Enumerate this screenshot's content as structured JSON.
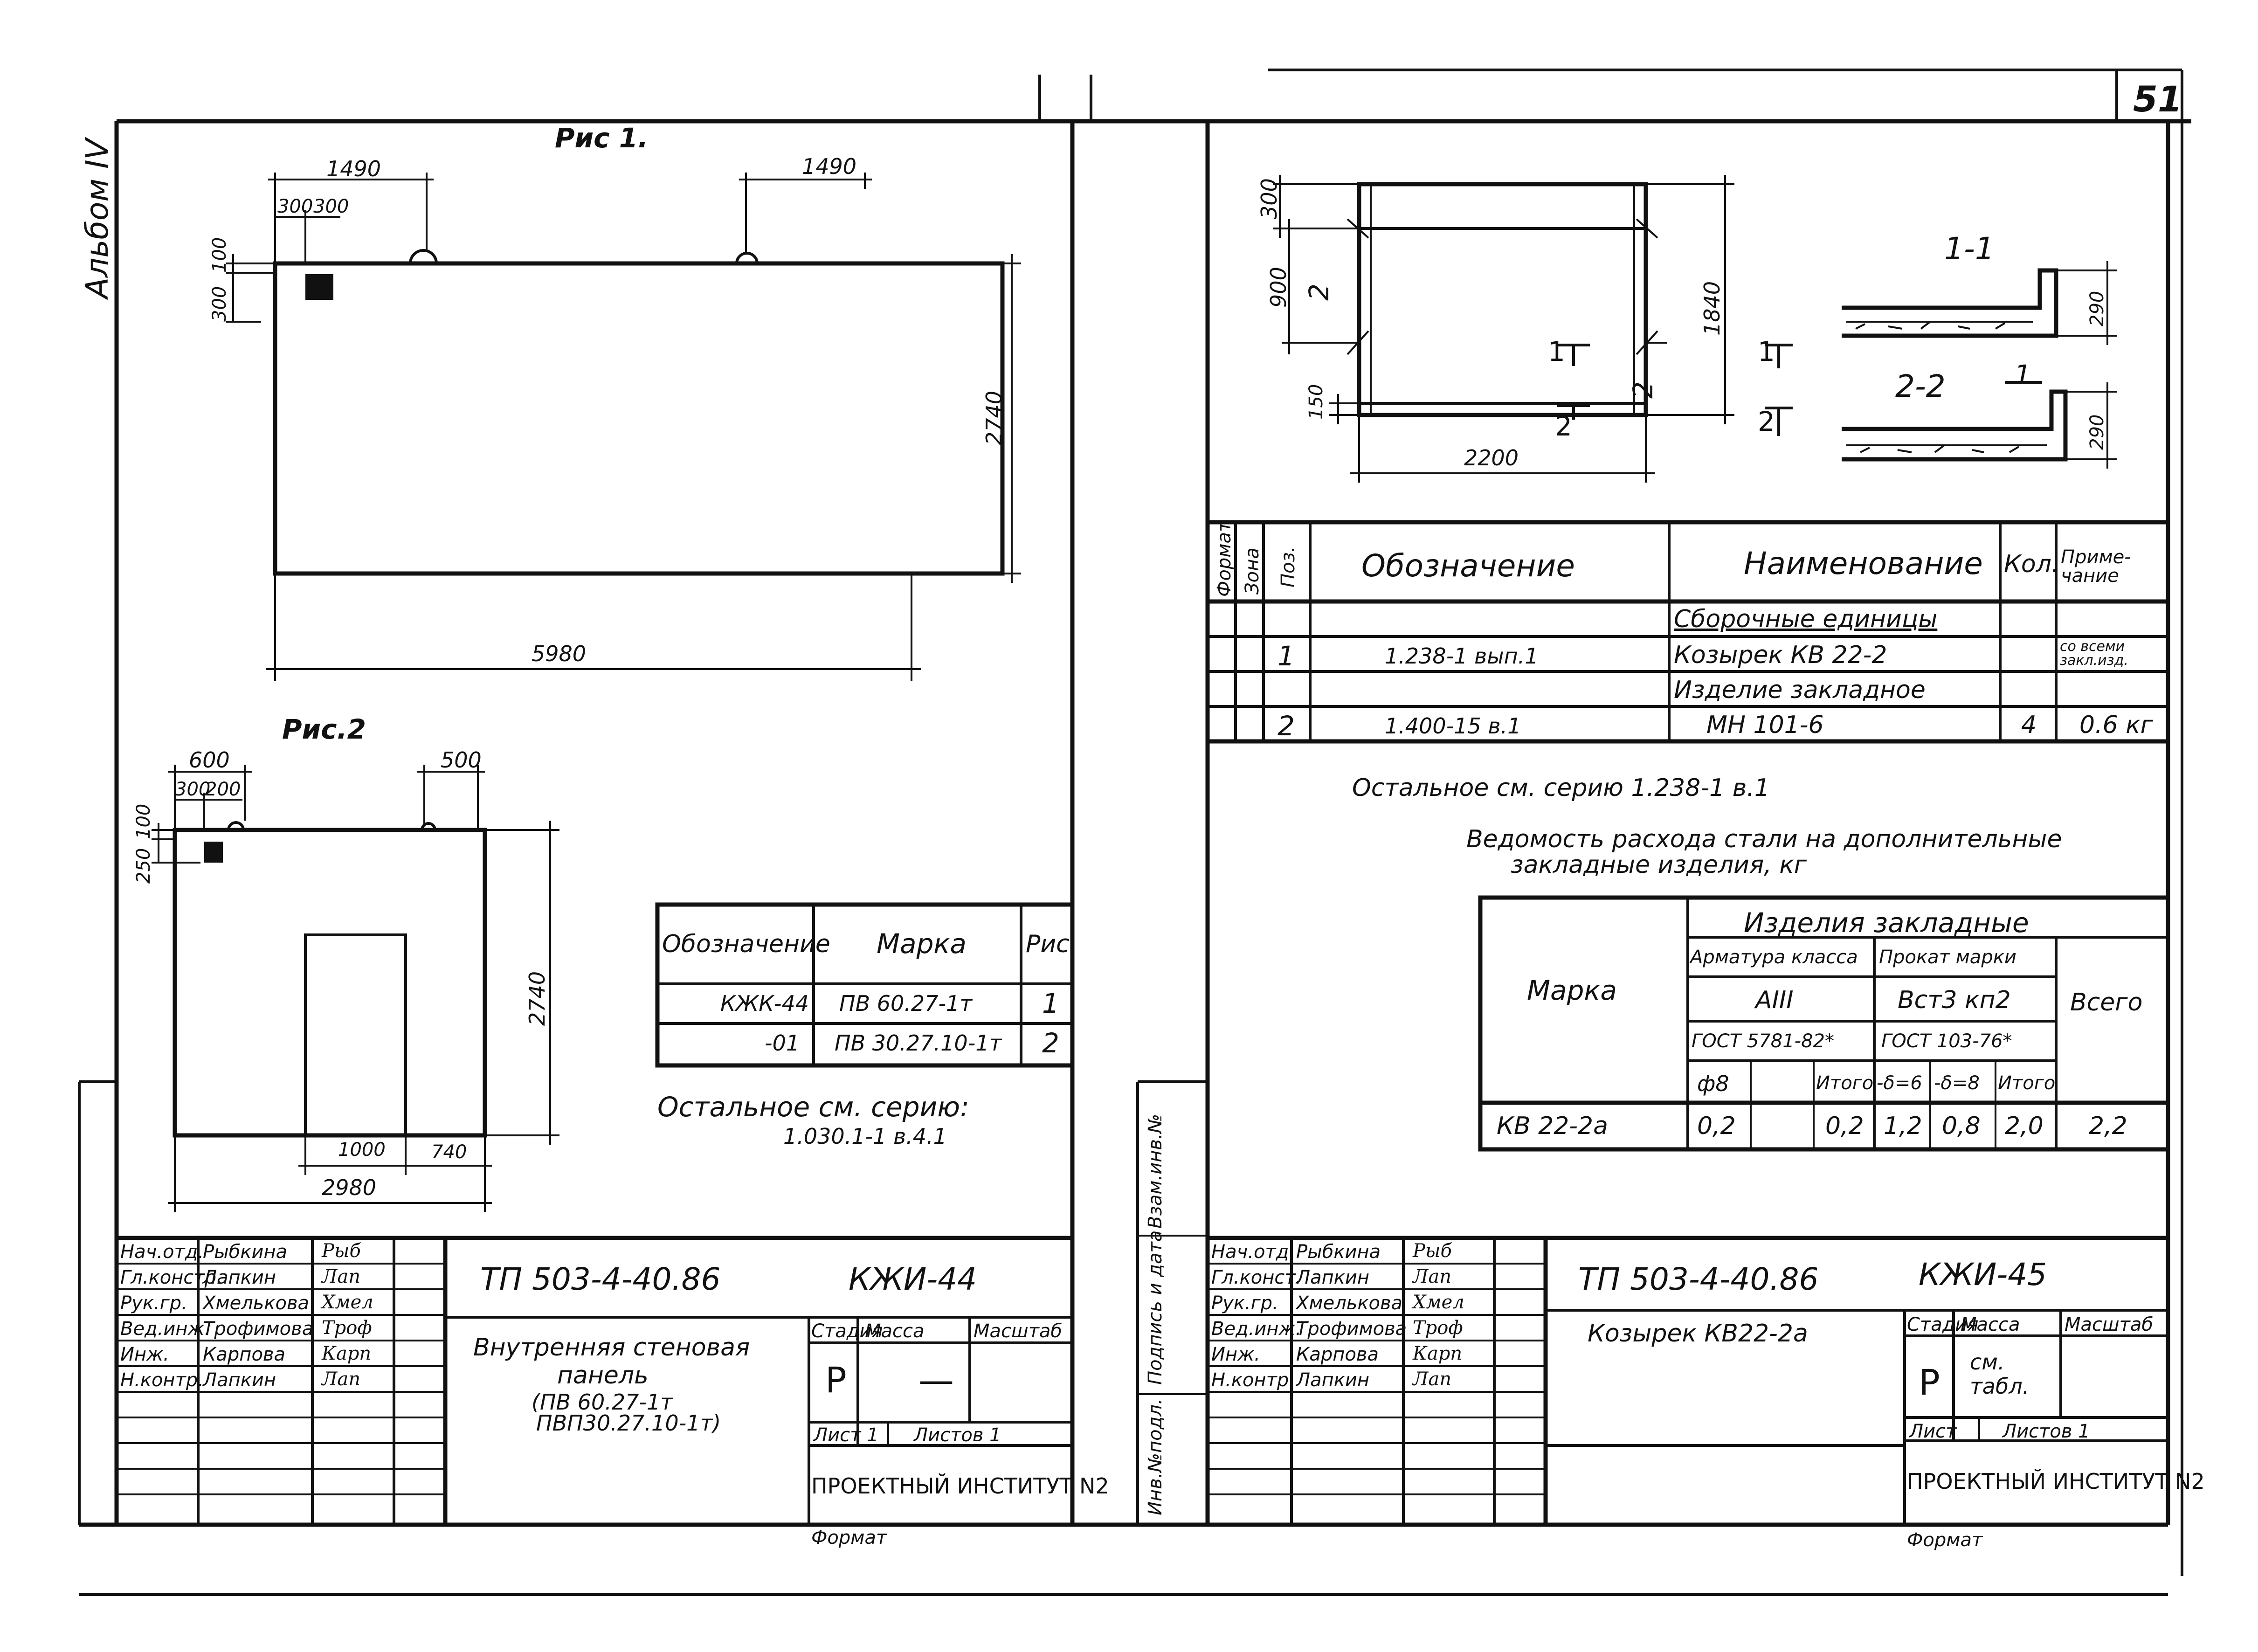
{
  "sheet_number": "51",
  "album": "Альбом IV",
  "left": {
    "fig1": {
      "title": "Рис 1.",
      "dims": [
        "1490",
        "1490",
        "300",
        "300",
        "100",
        "300",
        "2740",
        "5980"
      ]
    },
    "fig2": {
      "title": "Рис.2",
      "dims": [
        "600",
        "500",
        "300",
        "200",
        "100",
        "250",
        "2740",
        "1000",
        "740",
        "2980"
      ]
    },
    "table": {
      "headers": [
        "Обозначение",
        "Марка",
        "Рис."
      ],
      "rows": [
        [
          "КЖК-44",
          "ПВ 60.27-1т",
          "1"
        ],
        [
          "-01",
          "ПВ 30.27.10-1т",
          "2"
        ]
      ]
    },
    "note_line1": "Остальное см. серию:",
    "note_line2": "1.030.1-1 в.4.1",
    "titleblock": {
      "roles": [
        "Нач.отд.",
        "Гл.констр.",
        "Рук.гр.",
        "Вед.инж.",
        "Инж.",
        "Н.контр."
      ],
      "names": [
        "Рыбкина",
        "Лапкин",
        "Хмелькова",
        "Трофимова",
        "Карпова",
        "Лапкин"
      ],
      "signatures": [
        "Рыб",
        "Лап",
        "Хмел",
        "Троф",
        "Карп",
        "Лап"
      ],
      "code": "ТП 503-4-40.86",
      "mark": "КЖИ-44",
      "name_line1": "Внутренняя стеновая",
      "name_line2": "панель",
      "name_line3": "(ПВ 60.27-1т",
      "name_line4": "ПВП30.27.10-1т)",
      "stage_label": "Стадия",
      "mass_label": "Масса",
      "scale_label": "Масштаб",
      "stage": "Р",
      "mass": "—",
      "sheet_label": "Лист 1",
      "sheets_label": "Листов 1",
      "institute": "ПРОЕКТНЫЙ ИНСТИТУТ N2",
      "format": "Формат"
    }
  },
  "right": {
    "plan_dims": [
      "300",
      "900",
      "1840",
      "150",
      "2200"
    ],
    "plan_marks": [
      "1",
      "1",
      "2",
      "2",
      "2",
      "2"
    ],
    "section11": "1-1",
    "section22": "2-2",
    "sec_mark": "1",
    "sec_dim1": "290",
    "sec_dim2": "290",
    "spec": {
      "side_headers": [
        "Формат",
        "Зона",
        "Поз."
      ],
      "headers": [
        "Обозначение",
        "Наименование",
        "Кол.",
        "Приме-\nчание"
      ],
      "rows": [
        {
          "pos": "",
          "des": "",
          "name": "Сборочные единицы",
          "qty": "",
          "note": ""
        },
        {
          "pos": "1",
          "des": "1.238-1    вып.1",
          "name": "Козырек   КВ 22-2",
          "qty": "",
          "note": "со всеми закл.изд."
        },
        {
          "pos": "",
          "des": "",
          "name": "Изделие   закладное",
          "qty": "",
          "note": ""
        },
        {
          "pos": "2",
          "des": "1.400-15    в.1",
          "name": "МН 101-6",
          "qty": "4",
          "note": "0.6 кг"
        }
      ],
      "note": "Остальное см. серию 1.238-1 в.1"
    },
    "steel_title1": "Ведомость расхода стали на дополнительные",
    "steel_title2": "закладные изделия, кг",
    "steel": {
      "mark_header": "Марка",
      "items_header": "Изделия     закладные",
      "rebar_header": "Арматура класса",
      "rolled_header": "Прокат марки",
      "rebar_class": "АIII",
      "rolled_mark": "Вст3 кп2",
      "rebar_gost": "ГОСТ 5781-82*",
      "rolled_gost": "ГОСТ 103-76*",
      "total_header": "Всего",
      "sub_headers": [
        "ф8",
        "",
        "Итого",
        "-δ=6",
        "-δ=8",
        "Итого"
      ],
      "row": {
        "mark": "КВ 22-2а",
        "values": [
          "0,2",
          "",
          "0,2",
          "1,2",
          "0,8",
          "2,0"
        ],
        "total": "2,2"
      }
    },
    "side_stamp": [
      "Инв.№подл.",
      "Подпись и дата",
      "Взам.инв.№"
    ],
    "titleblock": {
      "roles": [
        "Нач.отд.",
        "Гл.конст.",
        "Рук.гр.",
        "Вед.инж.",
        "Инж.",
        "Н.контр."
      ],
      "names": [
        "Рыбкина",
        "Лапкин",
        "Хмелькова",
        "Трофимова",
        "Карпова",
        "Лапкин"
      ],
      "signatures": [
        "Рыб",
        "Лап",
        "Хмел",
        "Троф",
        "Карп",
        "Лап"
      ],
      "code": "ТП 503-4-40.86",
      "mark": "КЖИ-45",
      "name_line1": "Козырек   КВ22-2а",
      "stage_label": "Стадия",
      "mass_label": "Масса",
      "scale_label": "Масштаб",
      "stage": "Р",
      "mass": "см. табл.",
      "sheet_label": "Лист",
      "sheets_label": "Листов 1",
      "institute": "ПРОЕКТНЫЙ ИНСТИТУТ N2",
      "format": "Формат"
    }
  }
}
